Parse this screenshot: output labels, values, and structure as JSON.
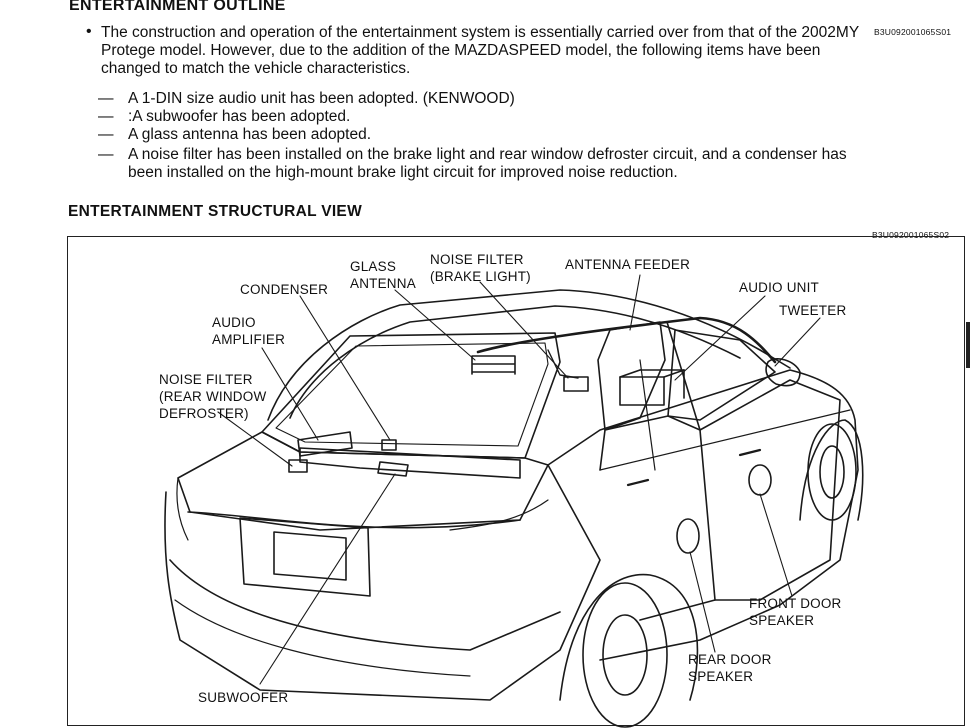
{
  "outline": {
    "heading": "ENTERTAINMENT OUTLINE",
    "ref_code": "B3U092001065S01",
    "bullet": "•",
    "paragraph_lines": [
      "The construction and operation of the entertainment system is essentially carried over from that of the 2002MY",
      "Protege model. However, due to the addition of the MAZDASPEED model, the following items have been",
      "changed to match the vehicle characteristics."
    ],
    "items": [
      {
        "dash": "—",
        "lines": [
          "A 1-DIN size audio unit has been adopted. (KENWOOD)"
        ]
      },
      {
        "dash": "—",
        "lines": [
          ":A subwoofer has been adopted."
        ]
      },
      {
        "dash": "—",
        "lines": [
          "A glass antenna has been adopted."
        ]
      },
      {
        "dash": "—",
        "lines": [
          "A noise filter has been installed on the brake light and rear window defroster circuit, and a condenser has",
          "been installed on the high-mount brake light circuit for improved noise reduction."
        ]
      }
    ]
  },
  "structural_view": {
    "heading": "ENTERTAINMENT STRUCTURAL VIEW",
    "ref_code": "B3U092001065S02",
    "labels": {
      "glass_antenna": [
        "GLASS",
        "ANTENNA"
      ],
      "noise_filter_brake": [
        "NOISE FILTER",
        "(BRAKE LIGHT)"
      ],
      "antenna_feeder": [
        "ANTENNA FEEDER"
      ],
      "condenser": [
        "CONDENSER"
      ],
      "audio_unit": [
        "AUDIO UNIT"
      ],
      "tweeter": [
        "TWEETER"
      ],
      "audio_amplifier": [
        "AUDIO",
        "AMPLIFIER"
      ],
      "noise_filter_rear": [
        "NOISE FILTER",
        "(REAR WINDOW",
        "DEFROSTER)"
      ],
      "front_door_speaker": [
        "FRONT DOOR",
        "SPEAKER"
      ],
      "rear_door_speaker": [
        "REAR DOOR",
        "SPEAKER"
      ],
      "subwoofer": [
        "SUBWOOFER"
      ]
    }
  }
}
